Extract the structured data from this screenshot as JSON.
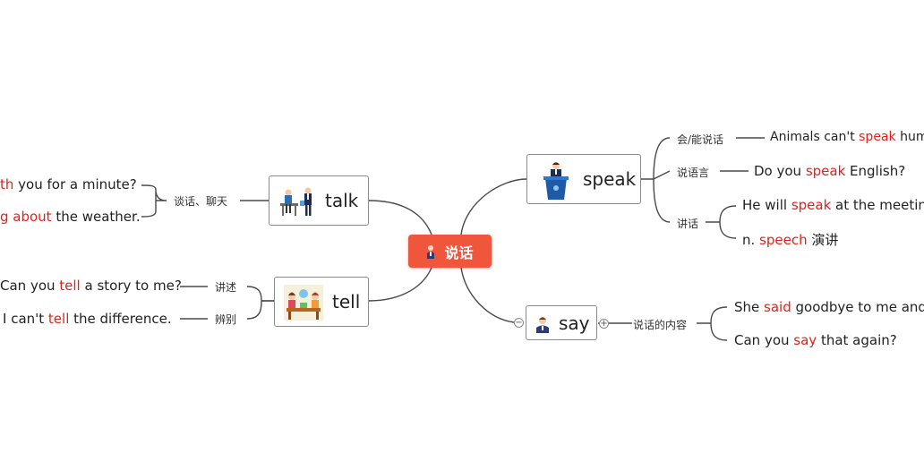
{
  "center": {
    "title": "说话"
  },
  "branches": {
    "talk": {
      "word": "talk",
      "icon": "office-people-icon",
      "tag": "谈话、聊天",
      "examples": [
        {
          "before": "",
          "hl": "th",
          "after": " you for a minute?"
        },
        {
          "before": "",
          "hl": "g about",
          "after": " the weather."
        }
      ]
    },
    "tell": {
      "word": "tell",
      "icon": "family-table-icon",
      "meanings": [
        {
          "tag": "讲述",
          "before": "Can you ",
          "hl": "tell",
          "after": " a story to me?"
        },
        {
          "tag": "辨别",
          "before": "I can't ",
          "hl": "tell",
          "after": " the difference."
        }
      ]
    },
    "speak": {
      "word": "speak",
      "icon": "lectern-speaker-icon",
      "meanings": [
        {
          "tag": "会/能说话",
          "before": "Animals can't ",
          "hl": "speak",
          "after": " hum"
        },
        {
          "tag": "说语言",
          "before": "Do you ",
          "hl": "speak",
          "after": " English?"
        },
        {
          "tag": "讲话",
          "sub": [
            {
              "before": "He will ",
              "hl": "speak",
              "after": " at the meeting"
            },
            {
              "before": "n. ",
              "hl": "speech",
              "after": " 演讲"
            }
          ]
        }
      ]
    },
    "say": {
      "word": "say",
      "icon": "person-icon",
      "tag": "说话的内容",
      "examples": [
        {
          "before": "She ",
          "hl": "said",
          "after": " goodbye to me and"
        },
        {
          "before": "Can you ",
          "hl": "say",
          "after": " that again?"
        }
      ]
    }
  },
  "toggles": {
    "collapse": "−",
    "expand": "+"
  },
  "colors": {
    "center": "#f0563c",
    "highlight": "#e0221a",
    "line": "#4a4a4a",
    "border": "#8a8a8a"
  }
}
